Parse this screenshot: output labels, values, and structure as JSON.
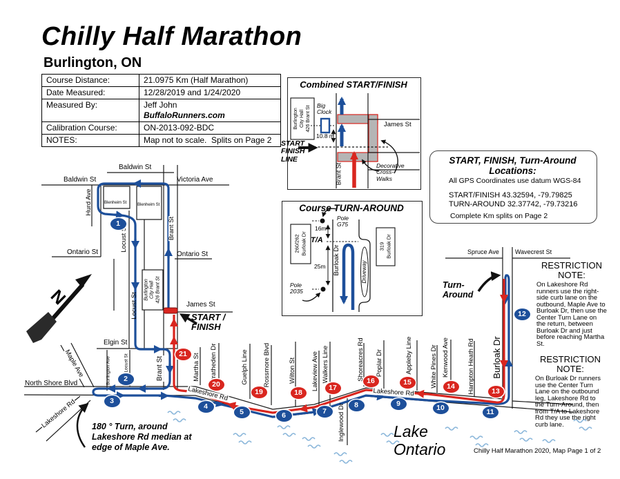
{
  "colors": {
    "route_blue": "#1d4f9a",
    "route_red": "#d9261f",
    "water": "#8ab6da",
    "crosswalk_gray": "#b5b5b5",
    "street_black": "#1a1a1a"
  },
  "header": {
    "title": "Chilly Half Marathon",
    "subtitle": "Burlington, ON"
  },
  "info_table": {
    "rows": [
      {
        "label": "Course Distance:",
        "value": "21.0975 Km (Half Marathon)"
      },
      {
        "label": "Date Measured:",
        "value": "12/28/2019 and 1/24/2020"
      },
      {
        "label": "Measured By:",
        "value": "Jeff John",
        "value2": "BuffaloRunners.com"
      },
      {
        "label": "Calibration Course:",
        "value": "ON-2013-092-BDC"
      },
      {
        "label": "NOTES:",
        "value": "Map not to scale.  Splits on Page 2"
      }
    ]
  },
  "start_finish_inset": {
    "title": "Combined START/FINISH",
    "city_hall": "Burlington\nCity Hall\n426 Brant St",
    "big_clock": "Big\nClock",
    "clock_offset": "10.8 m",
    "start_line": "START\nFINISH\nLINE",
    "james_st": "James St",
    "brant_st": "Brant St",
    "crosswalks": "Decorative\nCross-\nWalks"
  },
  "gps_box": {
    "title": "START, FINISH, Turn-Around\nLocations:",
    "datum": "All GPS Coordinates use datum WGS-84",
    "start_finish": "START/FINISH    43.32594,  -79.79825",
    "turn_around": "TURN-AROUND  32.37742,  -79.73216",
    "splits": "Complete Km splits on Page 2"
  },
  "turnaround_inset": {
    "title": "Course TURN-AROUND",
    "pole_g75": "Pole\nG75",
    "pole_2035": "Pole\n2035",
    "dist_16": "16m",
    "dist_25": "25m",
    "ta": "T/A",
    "addr_260": "260/262\nBurloak Dr",
    "addr_319": "319\nBurloak Dr",
    "burloak": "Burloak Dr",
    "driveway": "Driveway"
  },
  "map": {
    "compass_n": "N",
    "street_labels": {
      "baldwin_top": "Baldwin St",
      "baldwin_left": "Baldwin St",
      "victoria_ave": "Victoria Ave",
      "hurd_ave": "Hurd Ave",
      "blenheim_1": "Blenheim St",
      "blenheim_2": "Blenheim St",
      "brant_upper": "Brant St",
      "locust_upper": "Locust St",
      "ontario_left": "Ontario St",
      "ontario_right": "Ontario St",
      "city_hall": "Burlington\nCity Hall\n426 Brant St",
      "locust_mid": "Locust St",
      "james": "James St",
      "elgin": "Elgin St",
      "maple_ave": "Maple Ave",
      "burlington_ave": "Burlington Ave",
      "locust_lower": "Locust St",
      "brant_lower": "Brant St",
      "north_shore": "North Shore Blvd",
      "lakeshore_diag": "Lakeshore Rd",
      "lakeshore_1": "Lakeshore Rd",
      "lakeshore_2": "Lakeshore Rd",
      "martha": "Martha St",
      "stratheden": "Stratheden Dr",
      "guelph": "Guelph Line",
      "rossmore": "Rossmore Blvd",
      "wilton": "Wilton St",
      "lakeview": "Lakeview Ave",
      "walkers": "Walkers Line",
      "shoreacres": "Shoreacres Rd",
      "inglewood": "Inglewood Dr",
      "poplar": "Poplar Dr",
      "appleby": "Appleby Line",
      "white_pines": "White Pines Dr",
      "kenwood": "Kenwood Ave",
      "hampton": "Hampton Heath Rd",
      "burloak": "Burloak Dr",
      "spruce": "Spruce Ave",
      "wavecrest": "Wavecrest St"
    },
    "labels": {
      "start_finish": "START /\nFINISH",
      "turn_around": "Turn-\nAround",
      "turn_note": "180 ° Turn, around\nLakeshore Rd median at\nedge of Maple Ave.",
      "lake": "Lake\nOntario"
    },
    "km_markers": [
      {
        "n": 1,
        "color": "blue"
      },
      {
        "n": 2,
        "color": "blue"
      },
      {
        "n": 3,
        "color": "blue"
      },
      {
        "n": 4,
        "color": "blue"
      },
      {
        "n": 5,
        "color": "blue"
      },
      {
        "n": 6,
        "color": "blue"
      },
      {
        "n": 7,
        "color": "blue"
      },
      {
        "n": 8,
        "color": "blue"
      },
      {
        "n": 9,
        "color": "blue"
      },
      {
        "n": 10,
        "color": "blue"
      },
      {
        "n": 11,
        "color": "blue"
      },
      {
        "n": 12,
        "color": "blue"
      },
      {
        "n": 13,
        "color": "red"
      },
      {
        "n": 14,
        "color": "red"
      },
      {
        "n": 15,
        "color": "red"
      },
      {
        "n": 16,
        "color": "red"
      },
      {
        "n": 17,
        "color": "red"
      },
      {
        "n": 18,
        "color": "red"
      },
      {
        "n": 19,
        "color": "red"
      },
      {
        "n": 20,
        "color": "red"
      },
      {
        "n": 21,
        "color": "red"
      }
    ],
    "restriction_note_1": {
      "title": "RESTRICTION\nNOTE:",
      "body": "On Lakeshore Rd runners use the right-side curb lane on the outbound, Maple Ave to Burloak Dr, then use the Center Turn Lane on the return, between Burloak Dr and just before reaching Martha St."
    },
    "restriction_note_2": {
      "title": "RESTRICTION\nNOTE:",
      "body": "On Burloak Dr runners use the Center Turn Lane on the outbound leg, Lakeshore Rd to the Turn-Around, then from T/A to Lakeshore Rd they use the right curb lane."
    },
    "footer": "Chilly Half Marathon 2020, Map Page 1 of 2"
  }
}
